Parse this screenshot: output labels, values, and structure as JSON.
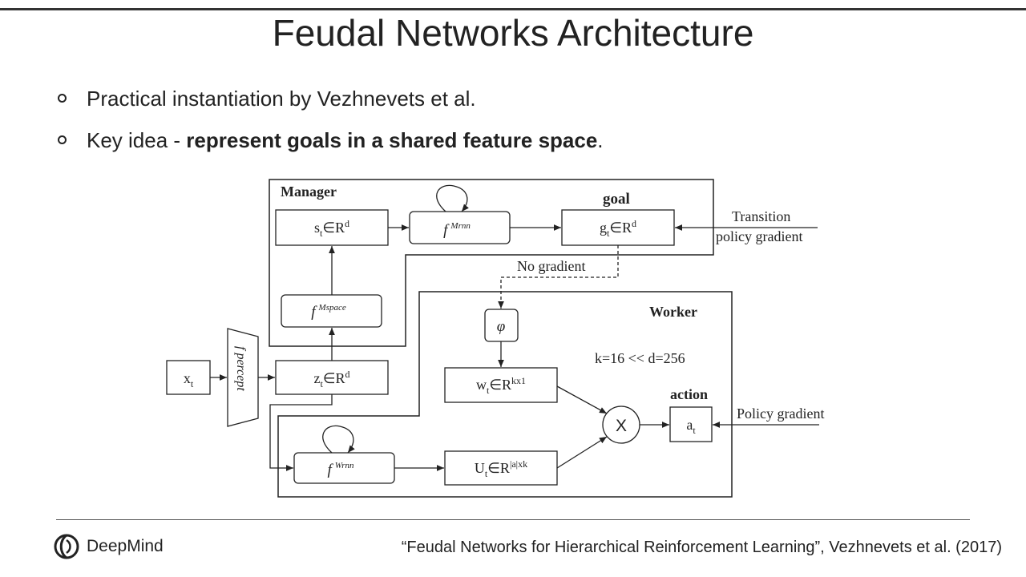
{
  "slide": {
    "title": "Feudal Networks Architecture",
    "bullets": [
      {
        "text": "Practical instantiation by Vezhnevets et al."
      },
      {
        "prefix": "Key idea - ",
        "bold": "represent goals in a shared feature space",
        "suffix": "."
      }
    ]
  },
  "diagram": {
    "manager_label": "Manager",
    "worker_label": "Worker",
    "goal_label": "goal",
    "action_label": "action",
    "transition_line1": "Transition",
    "transition_line2": "policy gradient",
    "policy_gradient": "Policy gradient",
    "no_gradient": "No gradient",
    "k_note": "k=16 << d=256",
    "x_t": {
      "base": "x",
      "sub": "t"
    },
    "f_percept": "f percept",
    "z_t": {
      "base": "z",
      "sub": "t",
      "rel": "∈R",
      "sup": "d"
    },
    "f_mspace": {
      "base": "f",
      "sup": "Mspace"
    },
    "s_t": {
      "base": "s",
      "sub": "t",
      "rel": "∈R",
      "sup": "d"
    },
    "f_mrnn": {
      "base": "f",
      "sup": "Mrnn"
    },
    "g_t": {
      "base": "g",
      "sub": "t",
      "rel": "∈R",
      "sup": "d"
    },
    "phi": "φ",
    "w_t": {
      "base": "w",
      "sub": "t",
      "rel": "∈R",
      "sup": "kx1"
    },
    "f_wrnn": {
      "base": "f",
      "sup": "Wrnn"
    },
    "u_t": {
      "base": "U",
      "sub": "t",
      "rel": "∈R",
      "sup": "|a|xk"
    },
    "mult": "X",
    "a_t": {
      "base": "a",
      "sub": "t"
    }
  },
  "footer": {
    "logo_text": "DeepMind",
    "citation": "“Feudal Networks for Hierarchical Reinforcement Learning”, Vezhnevets et al. (2017)"
  }
}
